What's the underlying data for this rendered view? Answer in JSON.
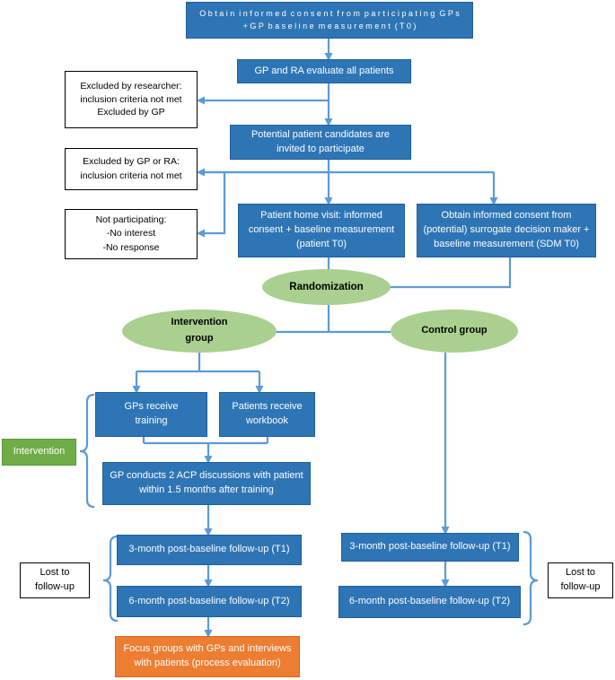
{
  "nodes": {
    "consent_gps": [
      "O b t a i n  i n f o r m e d  c o n s e n t  f r o m  p a r t i c i p a t i n g  G P s",
      "+ G P  b a s e l i n e  m e a s u r e m e n t  ( T 0 )"
    ],
    "gp_ra_evaluate": [
      "GP and RA evaluate all patients"
    ],
    "excluded_researcher": [
      "Excluded by researcher:",
      "inclusion criteria not met",
      "",
      "Excluded by GP"
    ],
    "potential_candidates": [
      "Potential patient candidates are",
      "invited to participate"
    ],
    "excluded_gp_ra": [
      "Excluded by GP or RA:",
      "inclusion criteria not met"
    ],
    "not_participating": [
      "Not participating:",
      "-No interest",
      "-No response"
    ],
    "patient_home_visit": [
      "Patient home visit: informed",
      "consent + baseline measurement",
      "(patient T0)"
    ],
    "consent_sdm": [
      "Obtain informed consent from",
      "(potential) surrogate decision maker +",
      "baseline measurement (SDM T0)"
    ],
    "randomization": [
      "Randomization"
    ],
    "intervention_group": [
      "Intervention",
      "group"
    ],
    "control_group": [
      "Control group"
    ],
    "gps_training": [
      "GPs receive",
      "training"
    ],
    "patients_workbook": [
      "Patients receive",
      "workbook"
    ],
    "intervention_label": [
      "Intervention"
    ],
    "acp_discussions": [
      "GP conducts 2 ACP discussions with patient",
      "within 1.5 months after training"
    ],
    "int_followup_t1": [
      "3-month post-baseline follow-up (T1)"
    ],
    "int_followup_t2": [
      "6-month post-baseline follow-up (T2)"
    ],
    "lost_left": [
      "Lost to",
      "follow-up"
    ],
    "focus_groups": [
      "Focus groups with GPs and interviews",
      "with patients (process evaluation)"
    ],
    "ctrl_followup_t1": [
      "3-month post-baseline follow-up (T1)"
    ],
    "ctrl_followup_t2": [
      "6-month post-baseline follow-up (T2)"
    ],
    "lost_right": [
      "Lost to",
      "follow-up"
    ]
  },
  "colors": {
    "box_blue": "#2e75b6",
    "connector": "#5b9bd5",
    "ellipse_green": "#a9d08e",
    "intervention_green": "#70ad47",
    "focus_orange": "#ed7d31"
  }
}
